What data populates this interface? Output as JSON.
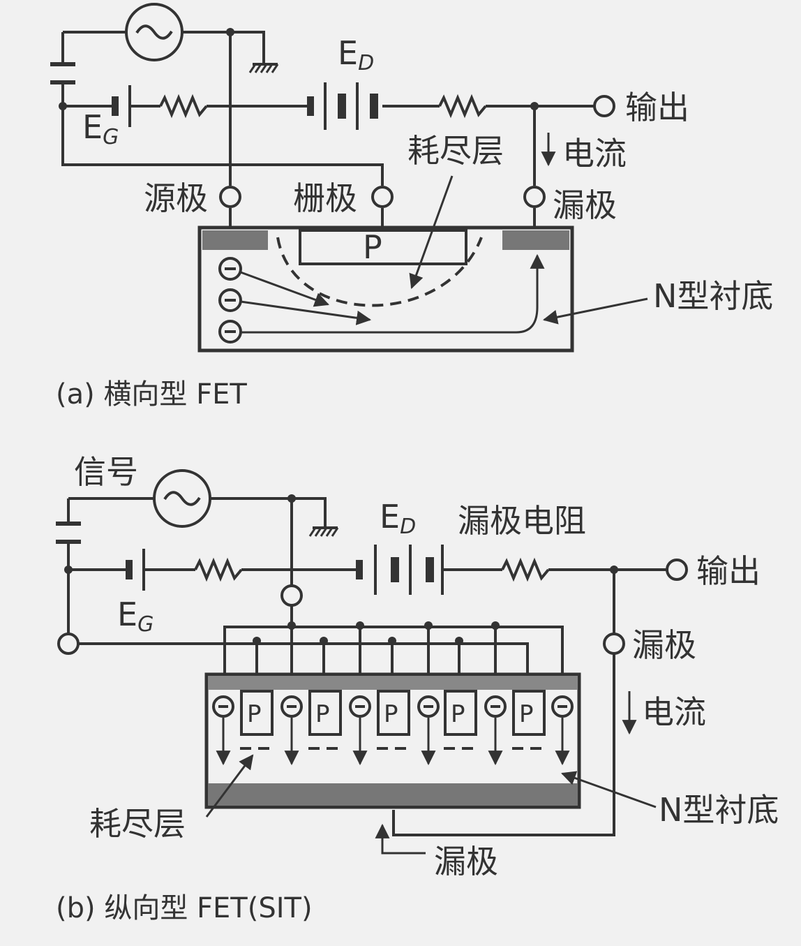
{
  "panel_a": {
    "supply_label": "E",
    "supply_sub": "D",
    "bias_label": "E",
    "bias_sub": "G",
    "output": "输出",
    "current": "电流",
    "depletion": "耗尽层",
    "source": "源极",
    "gate": "栅极",
    "drain": "漏极",
    "p_region": "P",
    "substrate": "N型衬底",
    "caption": "(a) 横向型 FET"
  },
  "panel_b": {
    "signal": "信号",
    "supply_label": "E",
    "supply_sub": "D",
    "bias_label": "E",
    "bias_sub": "G",
    "drain_resistor": "漏极电阻",
    "output": "输出",
    "drain": "漏极",
    "current": "电流",
    "p_region": "P",
    "substrate": "N型衬底",
    "depletion": "耗尽层",
    "drain_bottom": "漏极",
    "caption": "(b) 纵向型 FET(SIT)"
  }
}
